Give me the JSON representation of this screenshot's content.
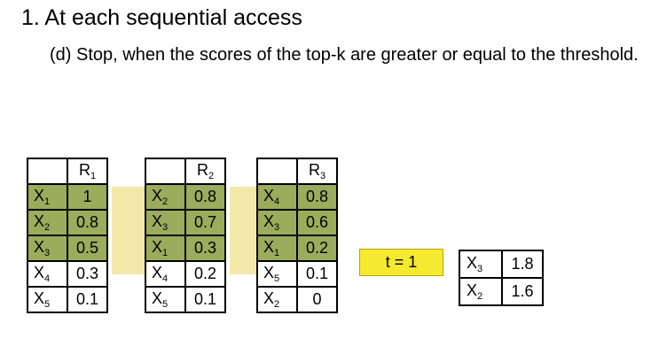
{
  "heading": "1. At each sequential access",
  "subtext": "(d) Stop, when the scores of the top-k are greater or equal to the threshold.",
  "colors": {
    "highlight_row": "#9cab5c",
    "band": "#f2e8a8",
    "threshold_box": "#f5ea30"
  },
  "lists": [
    {
      "header": {
        "base": "R",
        "sub": "1"
      },
      "rows": [
        {
          "obj": "X",
          "sub": "1",
          "score": "1"
        },
        {
          "obj": "X",
          "sub": "2",
          "score": "0.8"
        },
        {
          "obj": "X",
          "sub": "3",
          "score": "0.5"
        },
        {
          "obj": "X",
          "sub": "4",
          "score": "0.3"
        },
        {
          "obj": "X",
          "sub": "5",
          "score": "0.1"
        }
      ]
    },
    {
      "header": {
        "base": "R",
        "sub": "2"
      },
      "rows": [
        {
          "obj": "X",
          "sub": "2",
          "score": "0.8"
        },
        {
          "obj": "X",
          "sub": "3",
          "score": "0.7"
        },
        {
          "obj": "X",
          "sub": "1",
          "score": "0.3"
        },
        {
          "obj": "X",
          "sub": "4",
          "score": "0.2"
        },
        {
          "obj": "X",
          "sub": "5",
          "score": "0.1"
        }
      ]
    },
    {
      "header": {
        "base": "R",
        "sub": "3"
      },
      "rows": [
        {
          "obj": "X",
          "sub": "4",
          "score": "0.8"
        },
        {
          "obj": "X",
          "sub": "3",
          "score": "0.6"
        },
        {
          "obj": "X",
          "sub": "1",
          "score": "0.2"
        },
        {
          "obj": "X",
          "sub": "5",
          "score": "0.1"
        },
        {
          "obj": "X",
          "sub": "2",
          "score": "0"
        }
      ]
    }
  ],
  "threshold_label": "t = 1",
  "topk": [
    {
      "obj": "X",
      "sub": "3",
      "score": "1.8"
    },
    {
      "obj": "X",
      "sub": "2",
      "score": "1.6"
    }
  ]
}
